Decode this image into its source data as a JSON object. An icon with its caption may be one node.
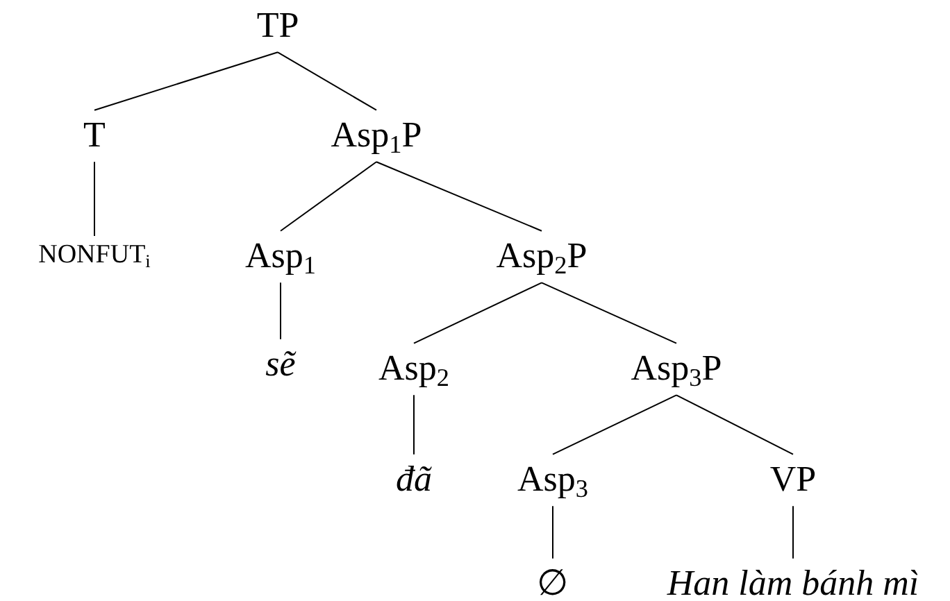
{
  "diagram": {
    "nodes": [
      {
        "text": [
          "TP"
        ]
      },
      {
        "text": [
          "T"
        ]
      },
      {
        "text": [
          "Asp$_{1}$P"
        ]
      },
      {
        "text": [
          "NONFUT$_{i}$"
        ]
      },
      {
        "text": [
          "Asp$_{1}$"
        ]
      },
      {
        "text": [
          "Asp$_{2}$P"
        ]
      },
      {
        "text": [
          "sẽ"
        ]
      },
      {
        "text": [
          "Asp$_{2}$"
        ]
      },
      {
        "text": [
          "Asp$_{3}$P"
        ]
      },
      {
        "text": [
          "đã"
        ]
      },
      {
        "text": [
          "Asp$_{3}$"
        ]
      },
      {
        "text": [
          "VP"
        ]
      },
      {
        "text": [
          "∅"
        ]
      },
      {
        "text": [
          "Han làm bánh mì"
        ]
      }
    ],
    "edges": [
      {
        "from": 0,
        "to": 1,
        "arrow": "none"
      },
      {
        "from": 0,
        "to": 2,
        "arrow": "none"
      },
      {
        "from": 1,
        "to": 3,
        "arrow": "none"
      },
      {
        "from": 2,
        "to": 4,
        "arrow": "none"
      },
      {
        "from": 2,
        "to": 5,
        "arrow": "none"
      },
      {
        "from": 4,
        "to": 6,
        "arrow": "none"
      },
      {
        "from": 5,
        "to": 7,
        "arrow": "none"
      },
      {
        "from": 5,
        "to": 8,
        "arrow": "none"
      },
      {
        "from": 7,
        "to": 9,
        "arrow": "none"
      },
      {
        "from": 8,
        "to": 10,
        "arrow": "none"
      },
      {
        "from": 8,
        "to": 11,
        "arrow": "none"
      },
      {
        "from": 10,
        "to": 12,
        "arrow": "none"
      },
      {
        "from": 11,
        "to": 13,
        "arrow": "none"
      }
    ]
  }
}
